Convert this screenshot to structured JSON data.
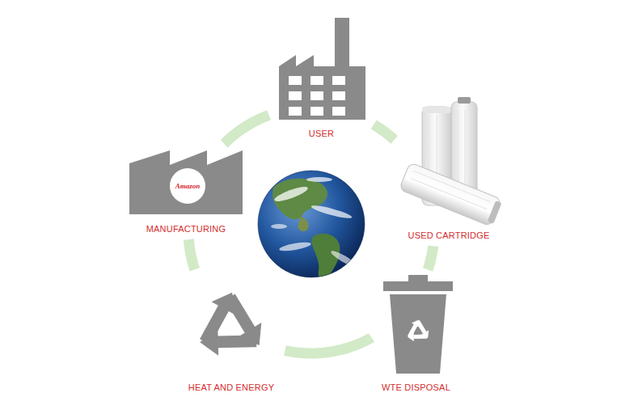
{
  "diagram": {
    "nodes": [
      {
        "text": [
          "USER"
        ]
      },
      {
        "text": [
          "USED CARTRIDGE"
        ]
      },
      {
        "text": [
          "WTE DISPOSAL"
        ]
      },
      {
        "text": [
          "HEAT AND ENERGY"
        ]
      },
      {
        "text": [
          "MANUFACTURING"
        ]
      }
    ],
    "edges": [
      {
        "from": 0,
        "to": 1,
        "arrow": "none"
      },
      {
        "from": 1,
        "to": 2,
        "arrow": "none"
      },
      {
        "from": 2,
        "to": 3,
        "arrow": "none"
      },
      {
        "from": 3,
        "to": 4,
        "arrow": "none"
      },
      {
        "from": 4,
        "to": 0,
        "arrow": "none"
      }
    ],
    "labels": [
      "Amazon"
    ]
  }
}
